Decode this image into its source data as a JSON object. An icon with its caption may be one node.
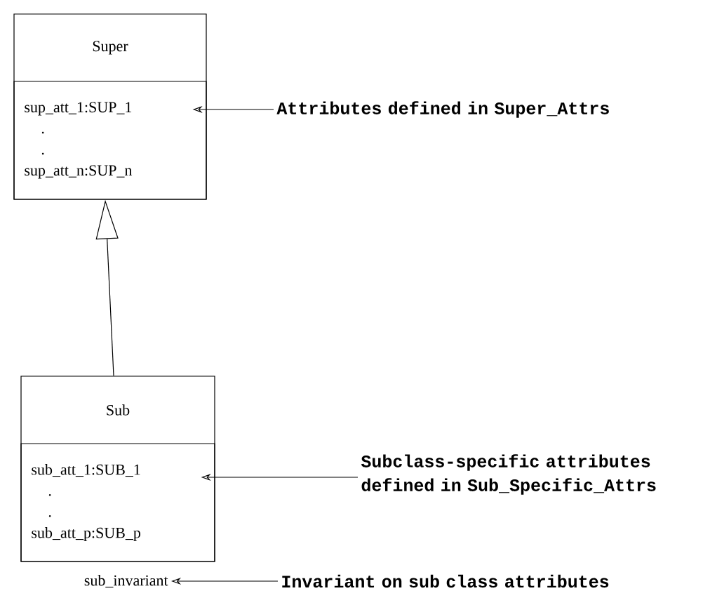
{
  "diagram": {
    "nodes": [
      {
        "text": [
          "Super"
        ]
      },
      {
        "text": [
          "sup_att_1:SUP_1",
          ".",
          ".",
          "sup_att_n:SUP_n"
        ],
        "in": 0
      },
      {
        "text": [
          "Attributes defined in Super_Attrs"
        ]
      },
      {
        "text": [
          "Sub"
        ]
      },
      {
        "text": [
          "sub_att_1:SUB_1",
          ".",
          ".",
          "sub_att_p:SUB_p"
        ],
        "in": 3
      },
      {
        "text": [
          "Subclass-specific attributes defined in Sub_Specific_Attrs"
        ]
      },
      {
        "text": [
          "sub_invariant"
        ]
      },
      {
        "text": [
          "Invariant on sub class attributes"
        ]
      }
    ],
    "edges": [
      {
        "from": 3,
        "to": 0,
        "arrow": "to"
      },
      {
        "from": 2,
        "to": 1,
        "arrow": "to"
      },
      {
        "from": 5,
        "to": 4,
        "arrow": "to"
      },
      {
        "from": 7,
        "to": 6,
        "arrow": "to"
      }
    ]
  }
}
